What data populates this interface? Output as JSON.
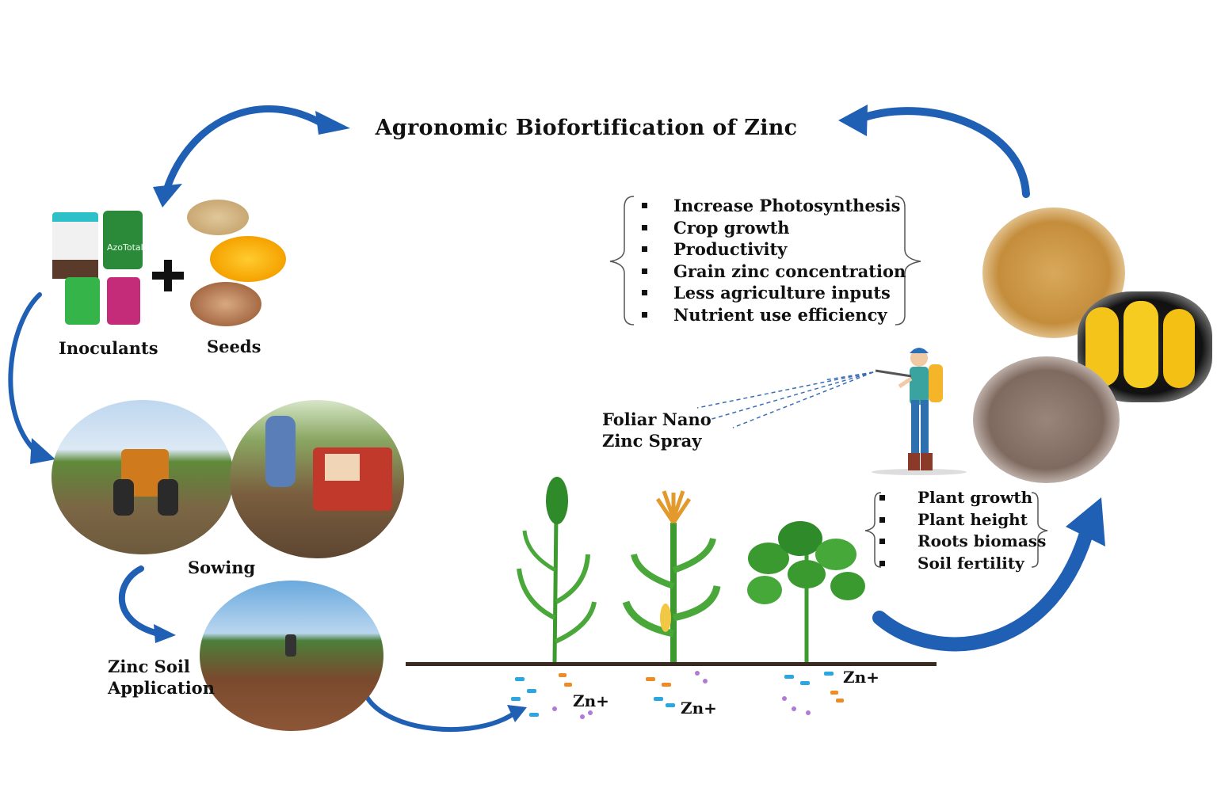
{
  "title": "Agronomic Biofortification of Zinc",
  "labels": {
    "inoculants": "Inoculants",
    "seeds": "Seeds",
    "sowing": "Sowing",
    "zinc_soil_line1": "Zinc Soil",
    "zinc_soil_line2": "Application",
    "foliar_line1": "Foliar Nano",
    "foliar_line2": "Zinc Spray",
    "product_azo": "AzoTotal",
    "zn1": "Zn+",
    "zn2": "Zn+",
    "zn3": "Zn+"
  },
  "benefits_top": [
    "Increase Photosynthesis",
    "Crop growth",
    "Productivity",
    "Grain zinc concentration",
    "Less agriculture inputs",
    "Nutrient use efficiency"
  ],
  "benefits_soil": [
    "Plant growth",
    "Plant height",
    "Roots biomass",
    "Soil fertility"
  ],
  "colors": {
    "arrow": "#1f5fb4",
    "plant_green": "#3c9a2f",
    "soil_line": "#3a2a22",
    "zn_blue": "#2aa7e0",
    "zn_orange": "#f08a24",
    "zn_purple": "#b07ad6"
  }
}
